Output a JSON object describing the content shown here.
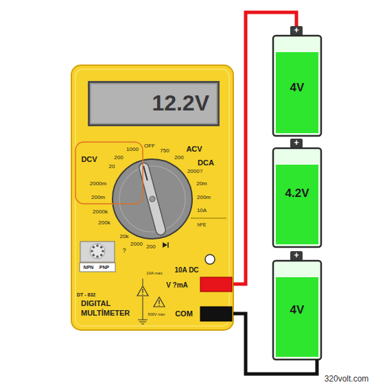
{
  "diagram": {
    "nodes": [
      {
        "text": [
          "DT - 832",
          "DIGITAL",
          "MULTİMETER"
        ]
      },
      {
        "text": [
          "12.2V"
        ],
        "in": 0
      },
      {
        "text": [
          "4V"
        ]
      },
      {
        "text": [
          "4.2V"
        ]
      },
      {
        "text": [
          "4V"
        ]
      }
    ],
    "edges": [
      {
        "from": 0,
        "to": 2,
        "arrow": "none"
      },
      {
        "from": 0,
        "to": 4,
        "arrow": "none"
      }
    ],
    "labels": [
      "DCV",
      "1000",
      "200",
      "20",
      "2000m",
      "200m",
      "OFF",
      "750",
      "ACV",
      "200",
      "DCA",
      "2000?",
      "20m",
      "200m",
      "10A",
      "hFE",
      "2000k",
      "200k",
      "20k",
      "2000",
      "200",
      "?",
      "NPN",
      "PNP",
      "10A DC",
      "10A max",
      "V ?mA",
      "500V max",
      "COM",
      "+",
      "+",
      "+",
      "320volt.com"
    ]
  }
}
